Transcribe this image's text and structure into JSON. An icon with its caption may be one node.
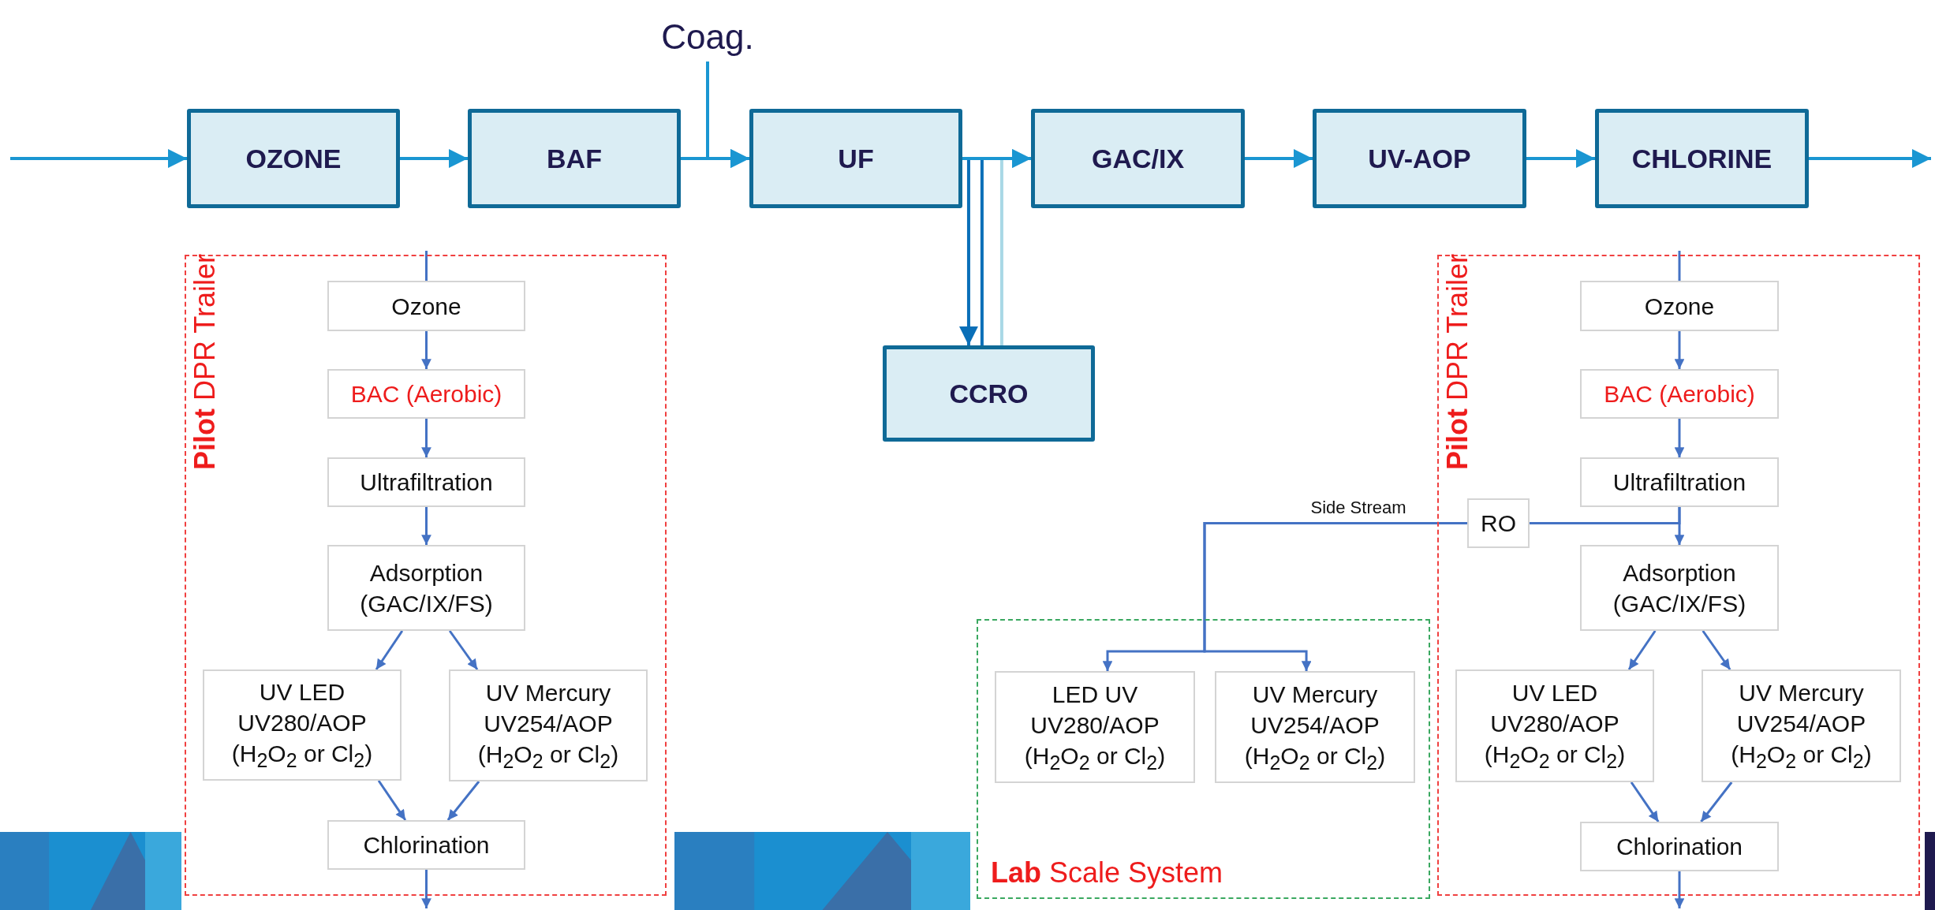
{
  "diagram": {
    "nodes": [
      {
        "text": [
          "Coag."
        ]
      },
      {
        "text": [
          "OZONE"
        ]
      },
      {
        "text": [
          "BAF"
        ]
      },
      {
        "text": [
          "UF"
        ]
      },
      {
        "text": [
          "GAC/IX"
        ]
      },
      {
        "text": [
          "UV-AOP"
        ]
      },
      {
        "text": [
          "CHLORINE"
        ]
      },
      {
        "text": [
          "CCRO"
        ]
      },
      {
        "text": [
          "**Pilot** DPR Trailer"
        ]
      },
      {
        "text": [
          "Ozone"
        ],
        "in": 8
      },
      {
        "text": [
          "BAC (Aerobic)"
        ],
        "in": 8
      },
      {
        "text": [
          "Ultrafiltration"
        ],
        "in": 8
      },
      {
        "text": [
          "Adsorption (GAC/IX/FS)"
        ],
        "in": 8
      },
      {
        "text": [
          "UV LED UV280/AOP (H$_{2}$O$_{2}$ or Cl$_{2}$)"
        ],
        "in": 8
      },
      {
        "text": [
          "UV Mercury UV254/AOP (H$_{2}$O$_{2}$ or Cl$_{2}$)"
        ],
        "in": 8
      },
      {
        "text": [
          "Chlorination"
        ],
        "in": 8
      },
      {
        "text": [
          "**Lab** Scale System"
        ]
      },
      {
        "text": [
          "LED UV UV280/AOP (H$_{2}$O$_{2}$ or Cl$_{2}$)"
        ],
        "in": 16
      },
      {
        "text": [
          "UV Mercury UV254/AOP (H$_{2}$O$_{2}$ or Cl$_{2}$)"
        ],
        "in": 16
      },
      {
        "text": [
          "RO"
        ],
        "in": 20
      },
      {
        "text": [
          "**Pilot** DPR Trailer"
        ]
      },
      {
        "text": [
          "Ozone"
        ],
        "in": 20
      },
      {
        "text": [
          "BAC (Aerobic)"
        ],
        "in": 20
      },
      {
        "text": [
          "Ultrafiltration"
        ],
        "in": 20
      },
      {
        "text": [
          "Adsorption (GAC/IX/FS)"
        ],
        "in": 20
      },
      {
        "text": [
          "UV LED UV280/AOP (H$_{2}$O$_{2}$ or Cl$_{2}$)"
        ],
        "in": 20
      },
      {
        "text": [
          "UV Mercury UV254/AOP (H$_{2}$O$_{2}$ or Cl$_{2}$)"
        ],
        "in": 20
      },
      {
        "text": [
          "Chlorination"
        ],
        "in": 20
      }
    ],
    "edges": [
      {
        "from": null,
        "to": 1,
        "arrow": "to",
        "color": "#1a96d2"
      },
      {
        "from": 1,
        "to": 2,
        "arrow": "to",
        "color": "#1a96d2"
      },
      {
        "from": 2,
        "to": 3,
        "arrow": "to",
        "color": "#1a96d2"
      },
      {
        "from": 0,
        "to": 3,
        "arrow": "to",
        "color": "#1a96d2"
      },
      {
        "from": 3,
        "to": 7,
        "arrow": "to",
        "color": "#0a6fb8"
      },
      {
        "from": 7,
        "to": 4,
        "arrow": "to",
        "color": "#0a6fb8"
      },
      {
        "from": 7,
        "to": 4,
        "arrow": "to",
        "color": "#a9d8e6"
      },
      {
        "from": 3,
        "to": 4,
        "arrow": "to",
        "color": "#1a96d2"
      },
      {
        "from": 4,
        "to": 5,
        "arrow": "to",
        "color": "#1a96d2"
      },
      {
        "from": 5,
        "to": 6,
        "arrow": "to",
        "color": "#1a96d2"
      },
      {
        "from": 6,
        "to": null,
        "arrow": "to",
        "color": "#1a96d2"
      },
      {
        "from": null,
        "to": 9,
        "arrow": "none"
      },
      {
        "from": 9,
        "to": 10,
        "arrow": "to"
      },
      {
        "from": 10,
        "to": 11,
        "arrow": "to"
      },
      {
        "from": 11,
        "to": 12,
        "arrow": "to"
      },
      {
        "from": 12,
        "to": 13,
        "arrow": "to"
      },
      {
        "from": 12,
        "to": 14,
        "arrow": "to"
      },
      {
        "from": 13,
        "to": 15,
        "arrow": "to"
      },
      {
        "from": 14,
        "to": 15,
        "arrow": "to"
      },
      {
        "from": 15,
        "to": null,
        "arrow": "to"
      },
      {
        "from": null,
        "to": 21,
        "arrow": "none"
      },
      {
        "from": 21,
        "to": 22,
        "arrow": "to"
      },
      {
        "from": 22,
        "to": 23,
        "arrow": "to"
      },
      {
        "from": 23,
        "to": 24,
        "arrow": "to"
      },
      {
        "from": 23,
        "to": 19,
        "arrow": "none"
      },
      {
        "from": 19,
        "to": 17,
        "arrow": "to",
        "label": "Side Stream"
      },
      {
        "from": 19,
        "to": 18,
        "arrow": "to"
      },
      {
        "from": 24,
        "to": 25,
        "arrow": "to"
      },
      {
        "from": 24,
        "to": 26,
        "arrow": "to"
      },
      {
        "from": 25,
        "to": 27,
        "arrow": "to"
      },
      {
        "from": 26,
        "to": 27,
        "arrow": "to"
      },
      {
        "from": 27,
        "to": null,
        "arrow": "to"
      }
    ]
  }
}
